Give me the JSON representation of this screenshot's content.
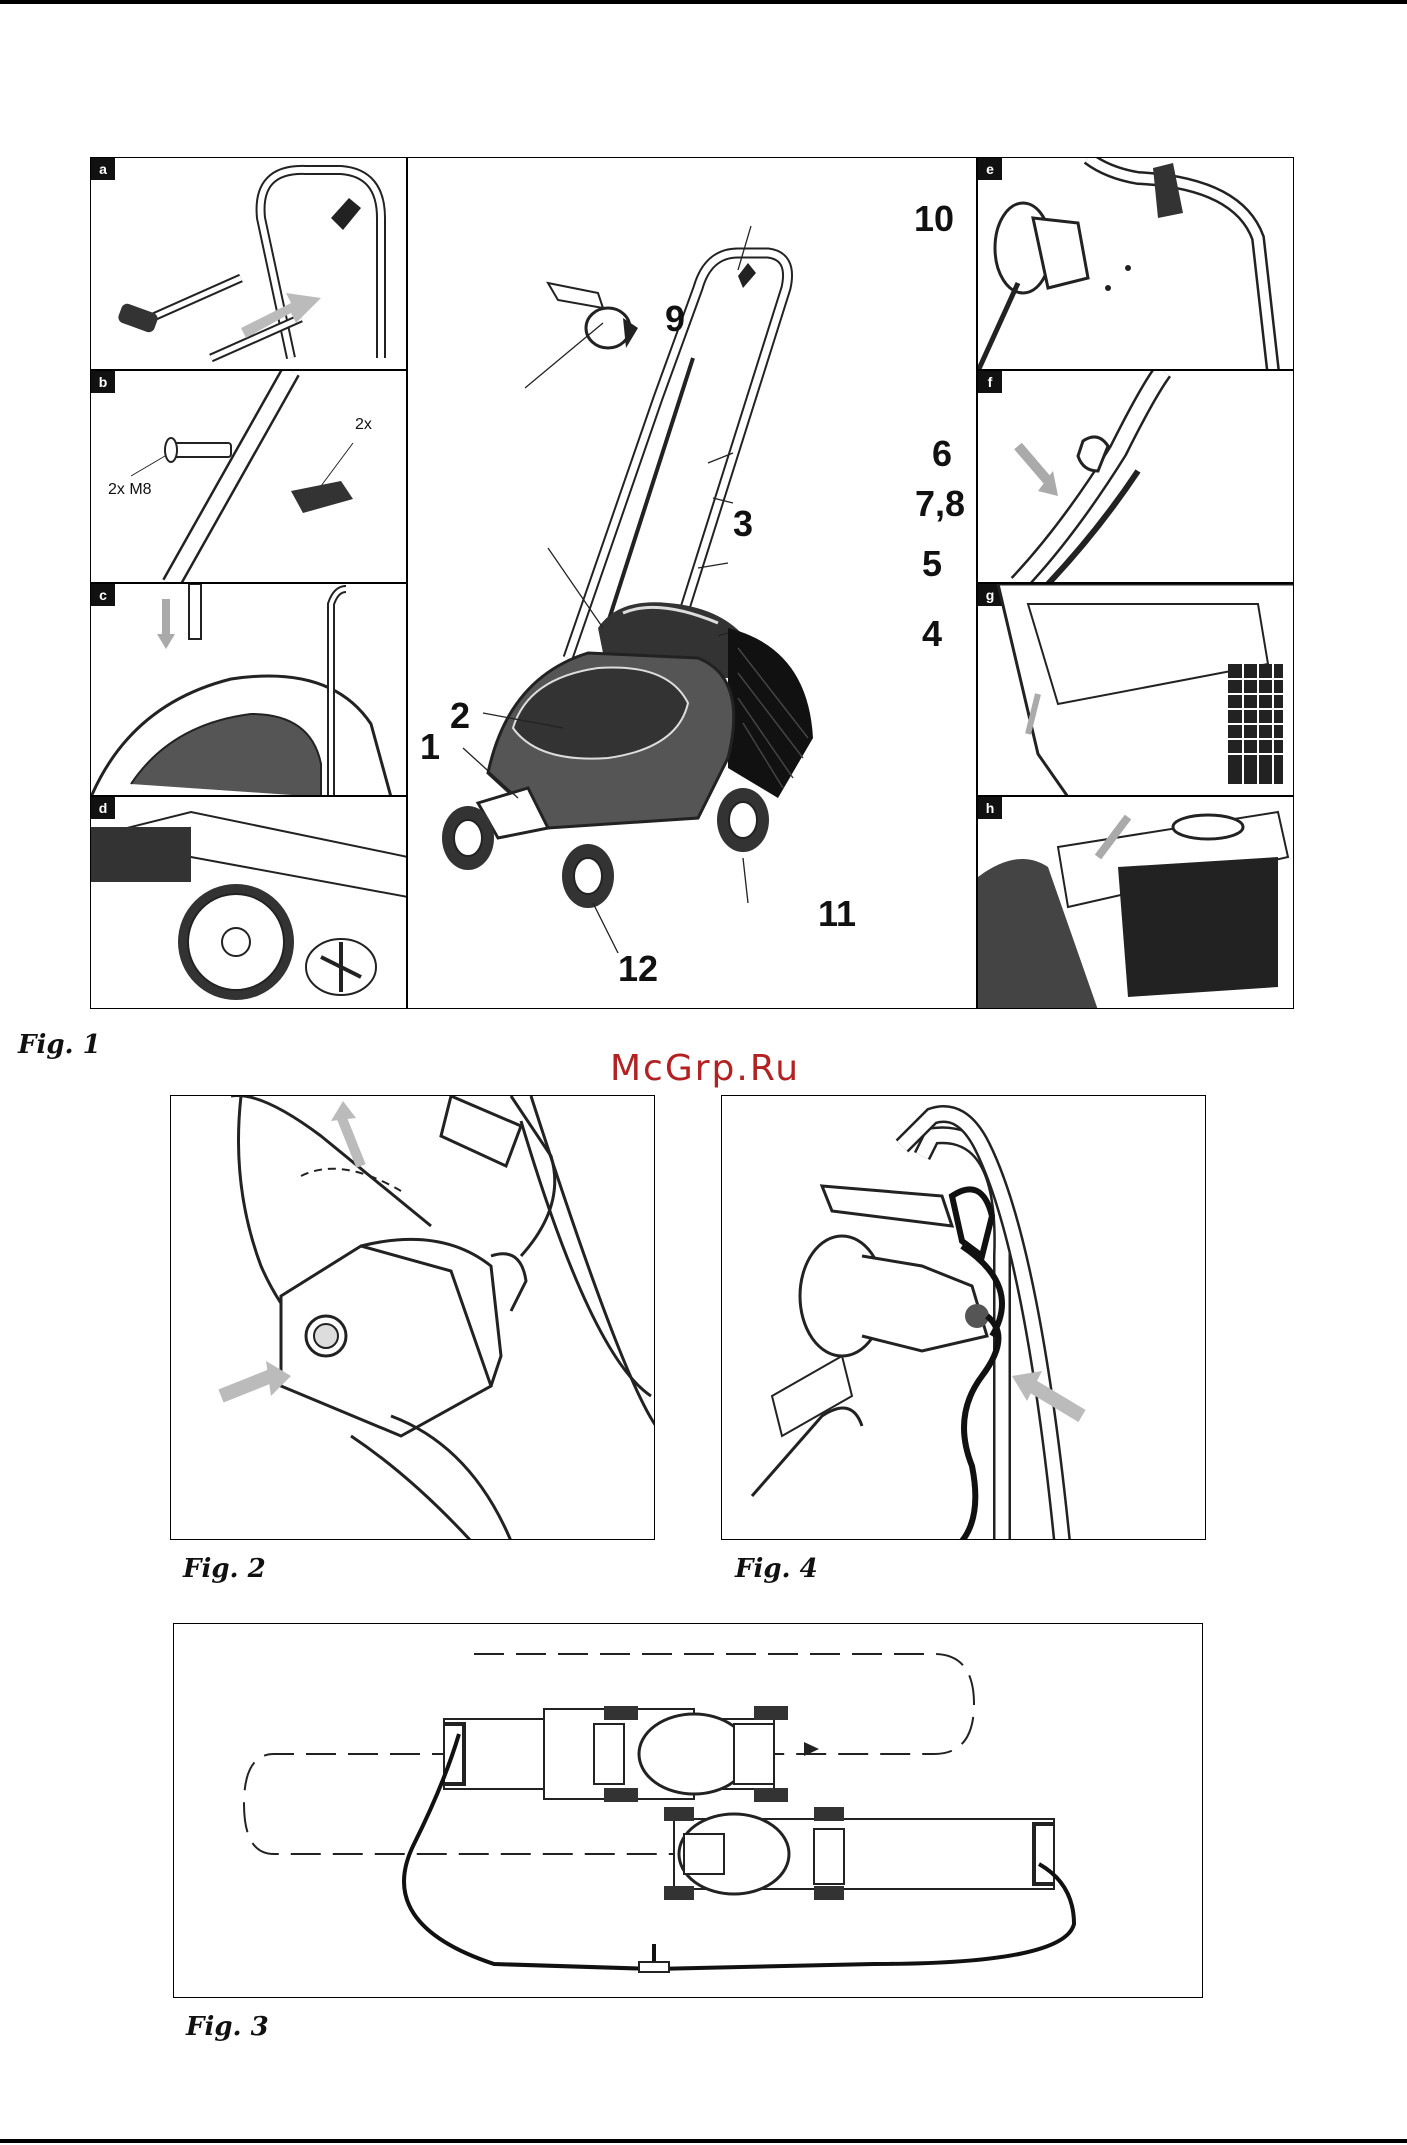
{
  "fig1": {
    "caption": "Fig. 1",
    "panel_letters": [
      "a",
      "b",
      "c",
      "d",
      "e",
      "f",
      "g",
      "h"
    ],
    "panel_b_labels": {
      "screw": "2x M8",
      "knob": "2x"
    },
    "part_numbers": {
      "n1": "1",
      "n2": "2",
      "n3": "3",
      "n4": "4",
      "n5": "5",
      "n6": "6",
      "n78": "7,8",
      "n9": "9",
      "n10": "10",
      "n11": "11",
      "n12": "12"
    }
  },
  "watermark": "McGrp.Ru",
  "fig2": {
    "caption": "Fig. 2"
  },
  "fig4": {
    "caption": "Fig. 4"
  },
  "fig3": {
    "caption": "Fig. 3"
  }
}
